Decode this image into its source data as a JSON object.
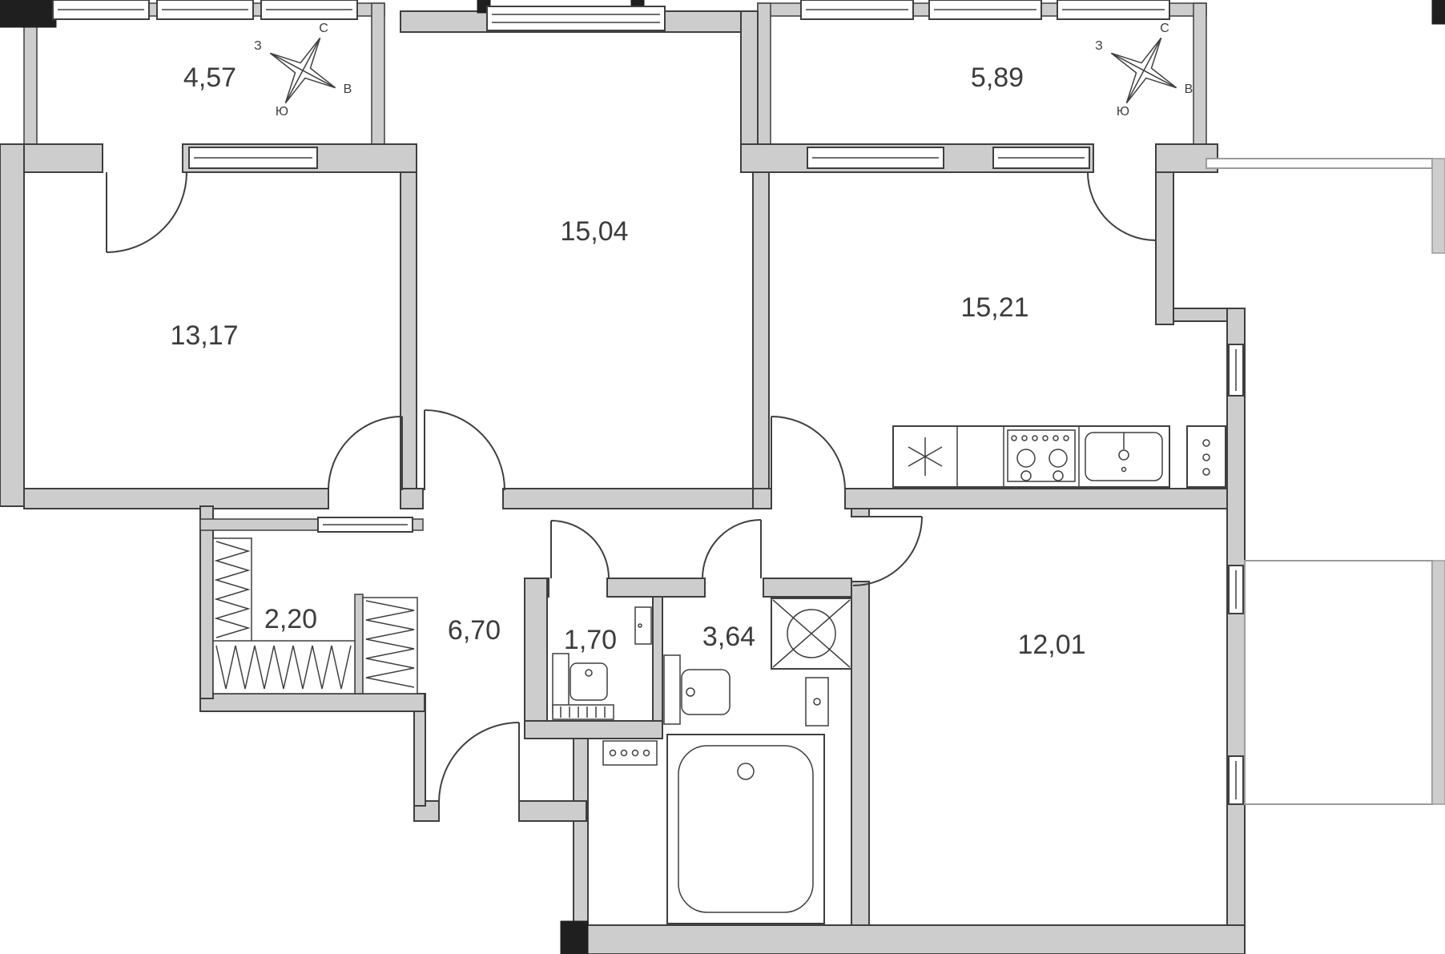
{
  "plan": {
    "rooms": {
      "balcony_left": {
        "area": "4,57"
      },
      "room_top": {
        "area": "15,04"
      },
      "balcony_right": {
        "area": "5,89"
      },
      "room_left": {
        "area": "13,17"
      },
      "kitchen": {
        "area": "15,21"
      },
      "wardrobe": {
        "area": "2,20"
      },
      "hallway": {
        "area": "6,70"
      },
      "wc": {
        "area": "1,70"
      },
      "bathroom": {
        "area": "3,64"
      },
      "living": {
        "area": "12,01"
      }
    },
    "compass": {
      "n": "С",
      "e": "В",
      "s": "Ю",
      "w": "З"
    },
    "colors": {
      "wall": "#cdcdcd",
      "outline": "#3f3f3f",
      "accent": "#1f1f1f",
      "background": "#ffffff",
      "neighbor": "#9b9b9b"
    }
  }
}
